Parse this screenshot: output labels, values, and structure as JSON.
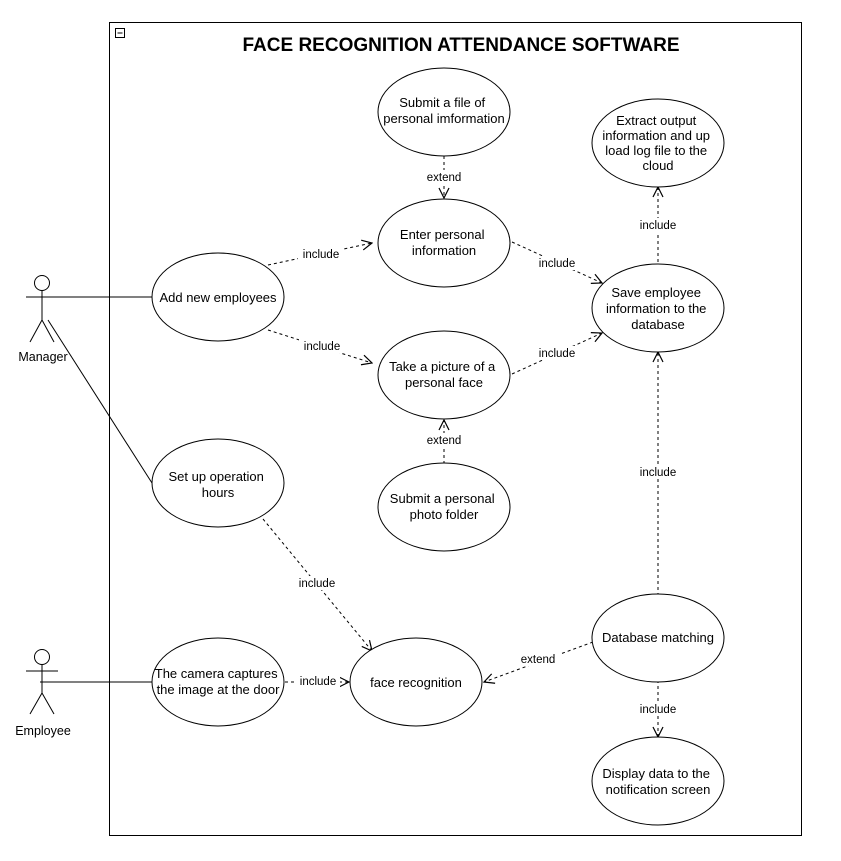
{
  "title": "FACE RECOGNITION ATTENDANCE SOFTWARE",
  "collapse_icon": "minus-box-icon",
  "actors": {
    "manager": "Manager",
    "employee": "Employee"
  },
  "use_cases": {
    "submit_file": [
      "Submit a file of",
      "personal imformation"
    ],
    "enter_info": [
      "Enter personal",
      "information"
    ],
    "add_employees": [
      "Add new employees"
    ],
    "take_picture": [
      "Take a picture of a",
      "personal face"
    ],
    "submit_photo": [
      "Submit a personal",
      "photo folder"
    ],
    "extract_output": [
      "Extract output",
      "information and up",
      "load log file to the",
      "cloud"
    ],
    "save_employee": [
      "Save employee",
      "information to the",
      "database"
    ],
    "setup_hours": [
      "Set up operation",
      "hours"
    ],
    "camera_capture": [
      "The camera captures",
      "the image at the door"
    ],
    "face_recognition": [
      "face recognition"
    ],
    "db_matching": [
      "Database matching"
    ],
    "display_data": [
      "Display data to the",
      "notification screen"
    ]
  },
  "relation_labels": {
    "include": "include",
    "extend": "extend"
  }
}
